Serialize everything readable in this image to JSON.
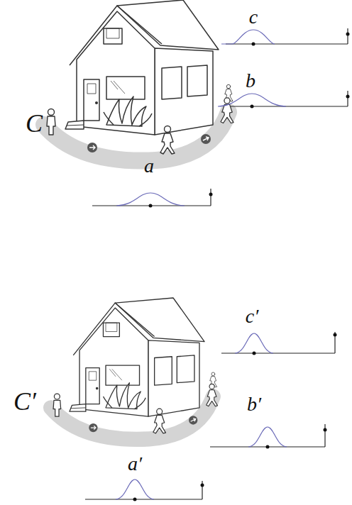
{
  "diagram": {
    "labels": [
      "c",
      "C",
      "b",
      "a",
      "c′",
      "C′",
      "b′",
      "a′"
    ]
  }
}
